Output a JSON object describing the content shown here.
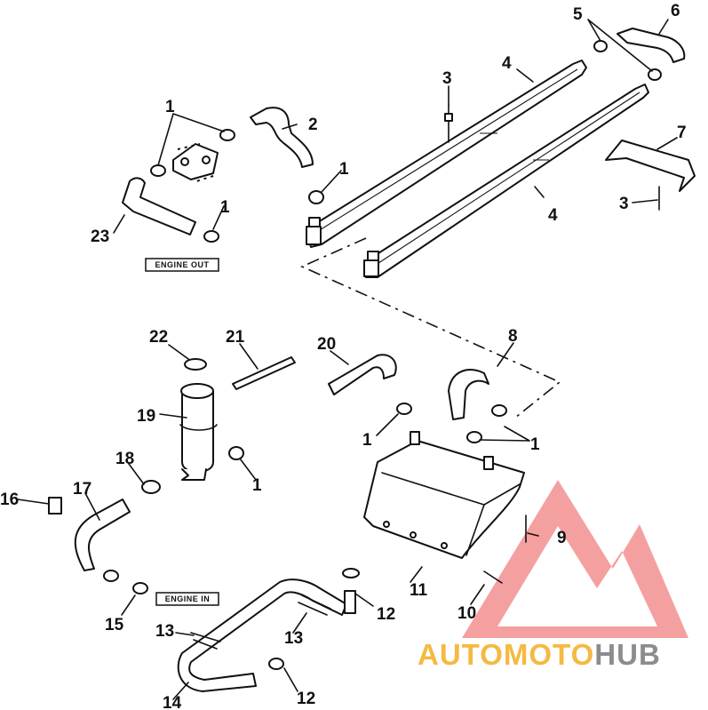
{
  "labels": {
    "c1a": "1",
    "c1b": "1",
    "c1c": "1",
    "c1d": "1",
    "c1e": "1",
    "c1f": "1",
    "c2": "2",
    "c3a": "3",
    "c3b": "3",
    "c4a": "4",
    "c4b": "4",
    "c5": "5",
    "c6": "6",
    "c7": "7",
    "c8": "8",
    "c9": "9",
    "c10": "10",
    "c11": "11",
    "c12a": "12",
    "c12b": "12",
    "c13a": "13",
    "c13b": "13",
    "c14": "14",
    "c15": "15",
    "c16": "16",
    "c17": "17",
    "c18": "18",
    "c19": "19",
    "c20": "20",
    "c21": "21",
    "c22": "22",
    "c23": "23"
  },
  "tags": {
    "engine_out": "ENGINE OUT",
    "engine_in": "ENGINE IN"
  },
  "watermark": {
    "part1": "AUTOMOTO",
    "part2": "HUB",
    "color1": "#f5b942",
    "color2": "#8c8c8c",
    "triangle_color": "#f08080"
  }
}
